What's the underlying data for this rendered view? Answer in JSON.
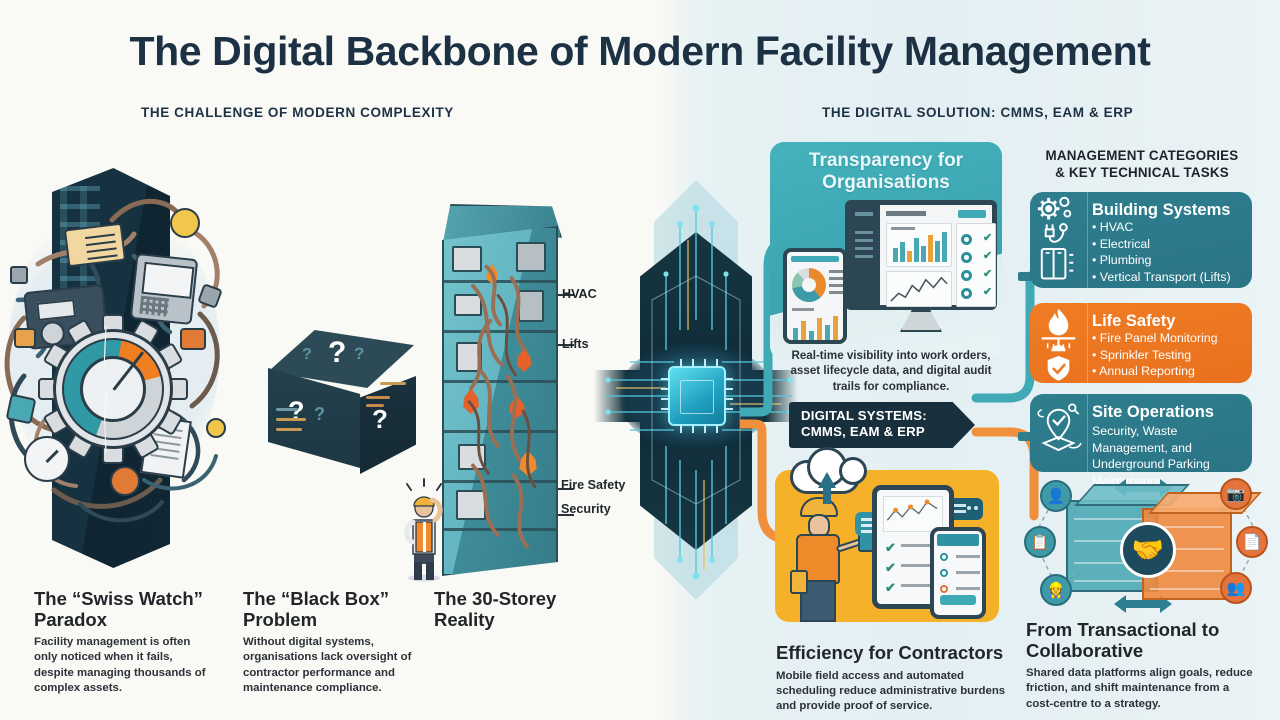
{
  "header": {
    "title": "The Digital Backbone of Modern Facility Management",
    "left_subhead": "THE CHALLENGE OF MODERN COMPLEXITY",
    "right_subhead": "THE DIGITAL SOLUTION: CMMS, EAM & ERP"
  },
  "colors": {
    "title_navy": "#1d3145",
    "teal": "#2e7e8e",
    "accent_teal": "#45b2bc",
    "orange": "#ef7c25",
    "yellow": "#f5b129",
    "bg_left": "#f9f9f5",
    "bg_right": "#e3eff3",
    "dark_navy": "#18303d"
  },
  "challenges": [
    {
      "heading": "The “Swiss Watch” Paradox",
      "body": "Facility management is often only noticed when it fails, despite managing thousands of complex assets.",
      "illustration": "gear-clock-tangled-wires"
    },
    {
      "heading": "The “Black Box” Problem",
      "body": "Without digital systems, organisations lack oversight of contractor performance and maintenance compliance.",
      "illustration": "question-mark-box"
    },
    {
      "heading": "The 30-Storey Reality",
      "body": "",
      "illustration": "cutaway-tower"
    }
  ],
  "tower_labels": [
    "HVAC",
    "Lifts",
    "Fire Safety",
    "Security"
  ],
  "hub": {
    "banner_line1": "DIGITAL SYSTEMS:",
    "banner_line2": "CMMS, EAM & ERP",
    "icon": "cpu-chip-icon"
  },
  "solutions": [
    {
      "heading": "Transparency for Organisations",
      "body": "Real-time visibility into work orders, asset lifecycle data, and digital audit trails for compliance.",
      "illustration": "dashboard-monitor-tablet"
    },
    {
      "heading": "Efficiency for Contractors",
      "body": "Mobile field access and automated scheduling reduce administrative burdens and provide proof of service.",
      "illustration": "contractor-mobile-checklist"
    },
    {
      "heading": "From Transactional to Collaborative",
      "body": "Shared data platforms align goals, reduce friction, and shift maintenance from a cost-centre to a strategy.",
      "illustration": "interlocking-cubes-handshake"
    }
  ],
  "management": {
    "title_line1": "MANAGEMENT CATEGORIES",
    "title_line2": "& KEY TECHNICAL TASKS",
    "categories": [
      {
        "name": "Building Systems",
        "color": "#2e7e8e",
        "icons": [
          "gears-icon",
          "plug-icon",
          "lift-icon"
        ],
        "items": [
          "HVAC",
          "Electrical",
          "Plumbing",
          "Vertical Transport (Lifts)"
        ]
      },
      {
        "name": "Life Safety",
        "color": "#ef7c25",
        "icons": [
          "flame-icon",
          "sprinkler-icon",
          "shield-check-icon"
        ],
        "items": [
          "Fire Panel Monitoring",
          "Sprinkler Testing",
          "Annual Reporting"
        ]
      },
      {
        "name": "Site Operations",
        "color": "#2e7e8e",
        "icons": [
          "map-pin-icon"
        ],
        "description": "Security, Waste Management, and Underground Parking Maintenance",
        "items": []
      }
    ]
  }
}
